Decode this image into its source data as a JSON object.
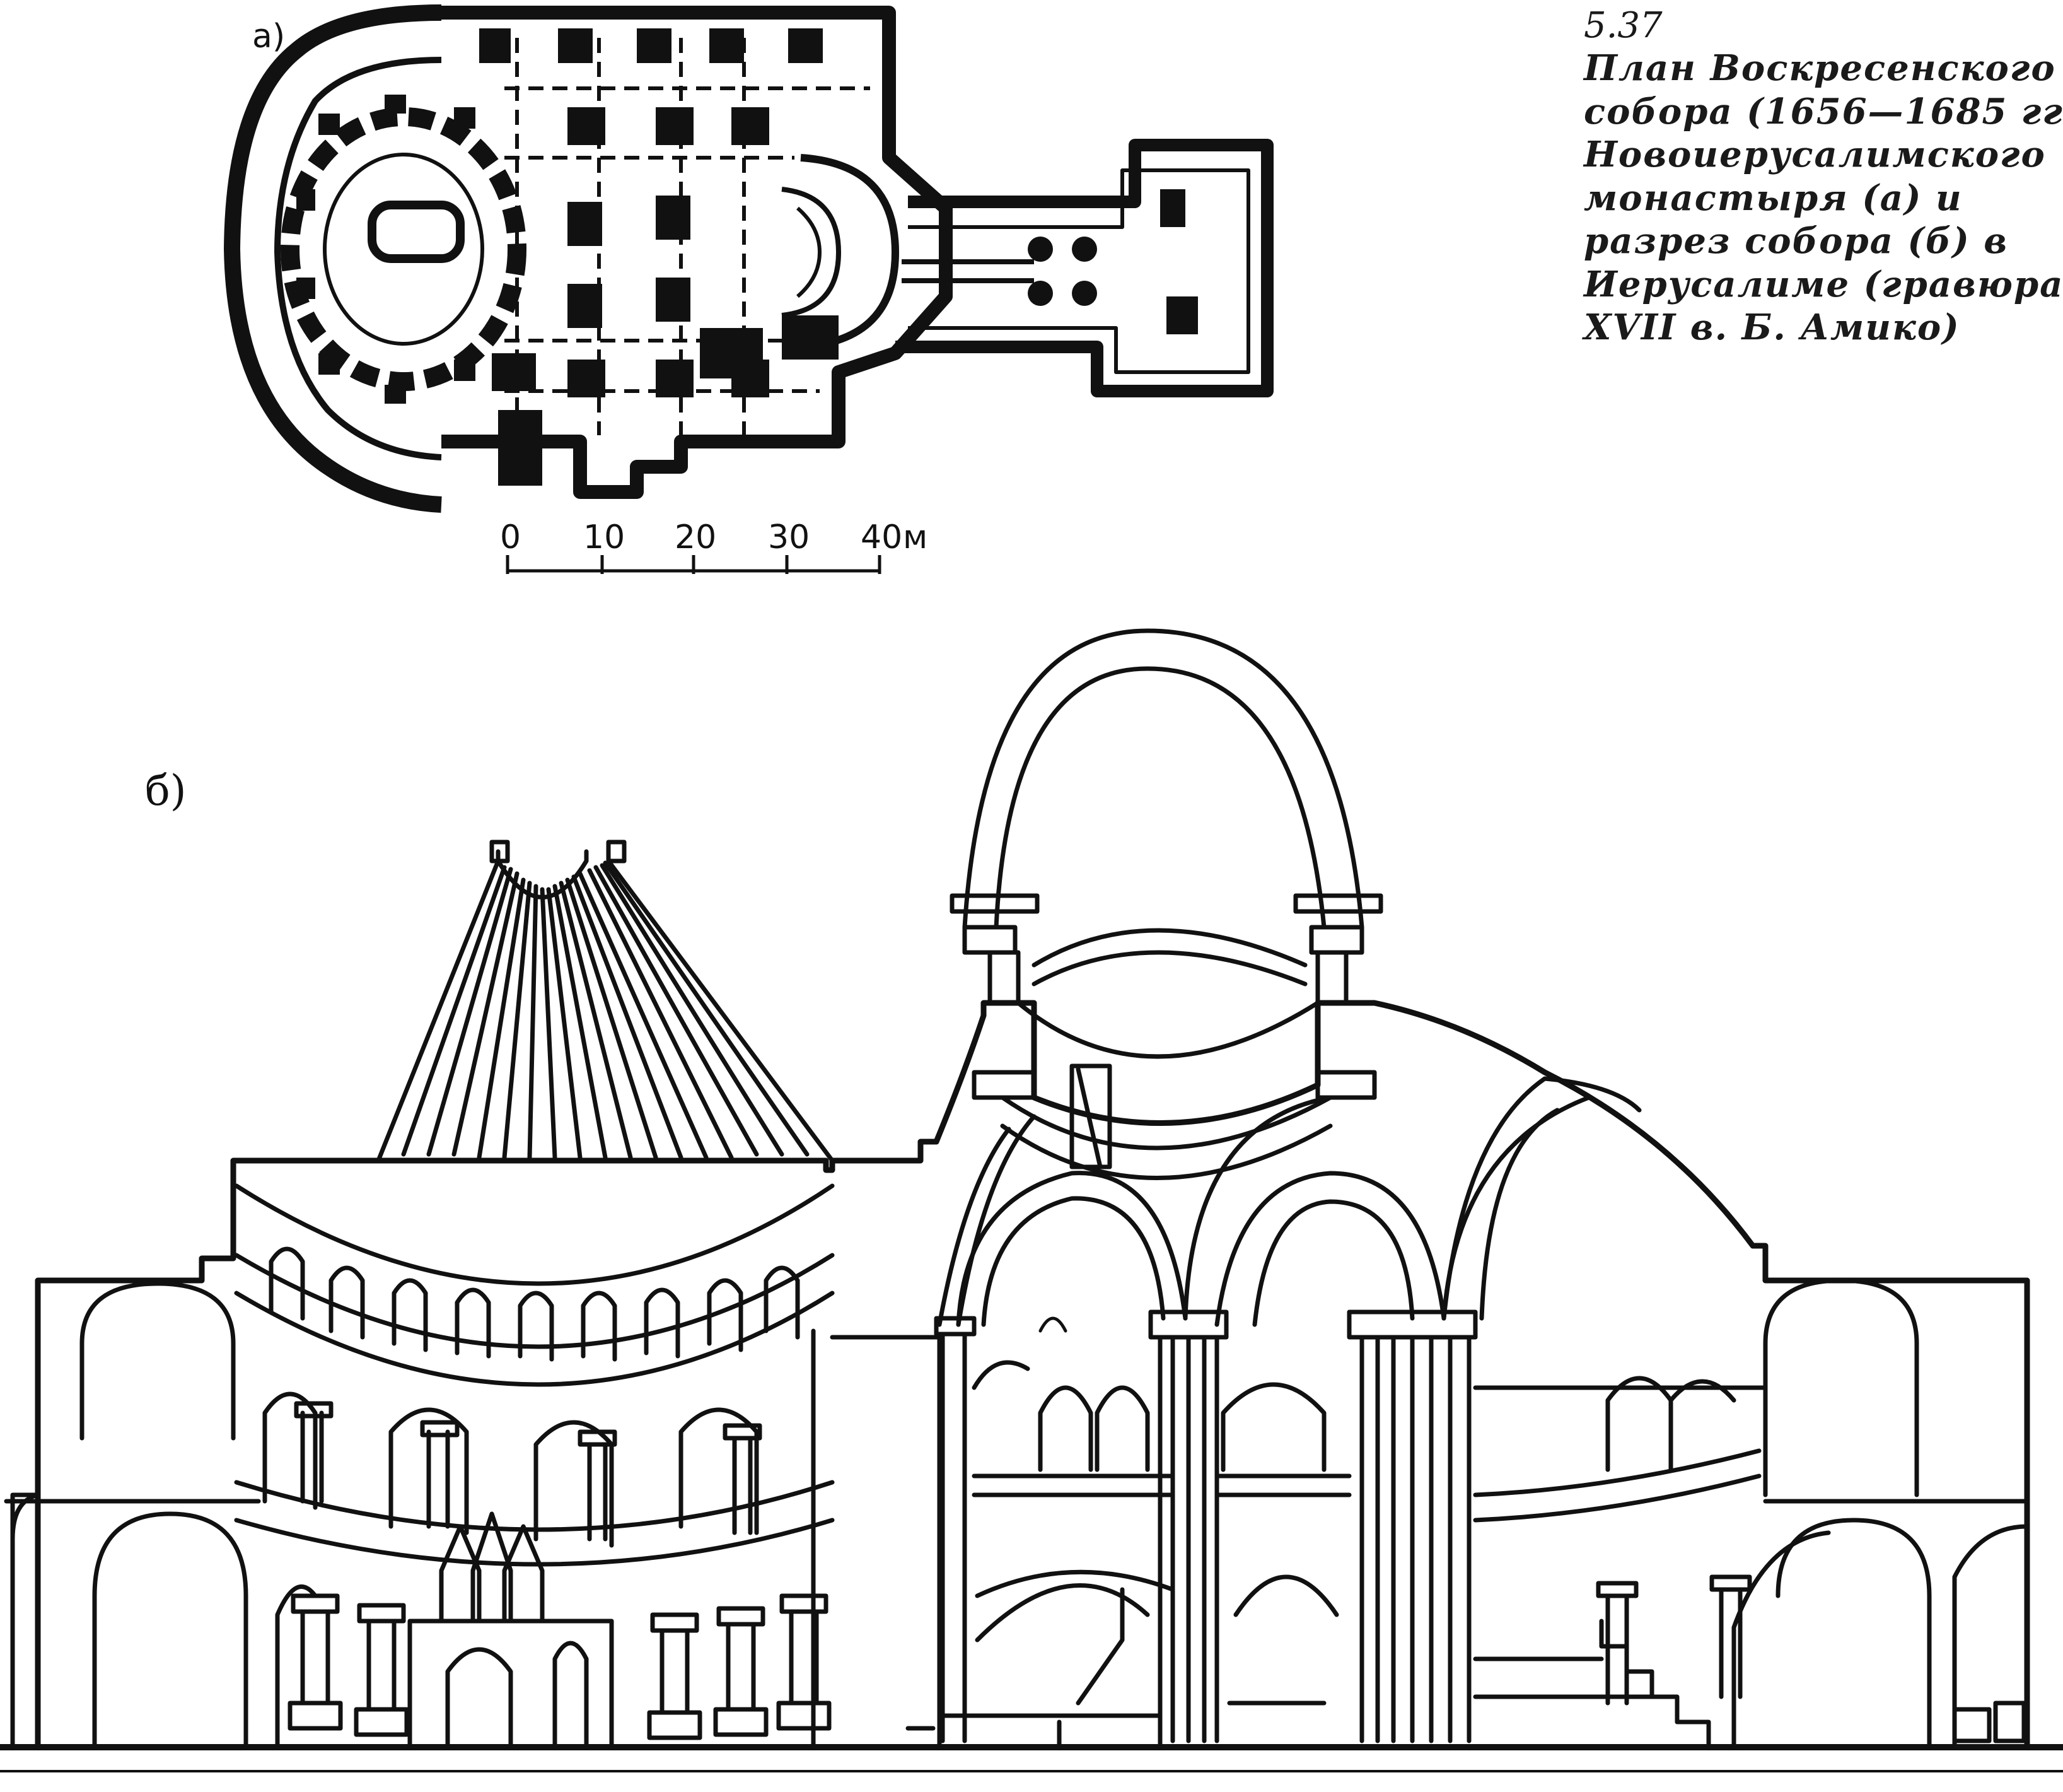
{
  "figure_number": "5.37",
  "caption_lines": [
    "План Воскресенского",
    "собора (1656—1685 гг.)",
    "Новоиерусалимского",
    "монастыря (а) и",
    "разрез собора (б) в",
    "Иерусалиме (гравюра",
    "XVII в. Б. Амико)"
  ],
  "plan": {
    "label": "а)",
    "scale_bar": {
      "ticks": [
        "0",
        "10",
        "20",
        "30",
        "40"
      ],
      "unit": "м",
      "max_m": 40
    }
  },
  "section": {
    "label": "б)"
  },
  "colors": {
    "ink": "#111111",
    "paper": "#ffffff"
  }
}
